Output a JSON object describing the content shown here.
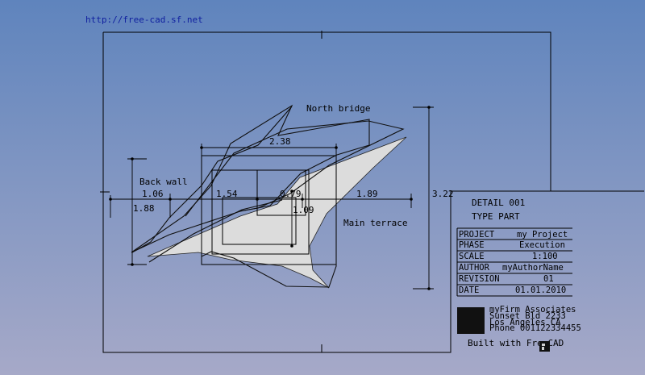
{
  "website_url": "http://free-cad.sf.net",
  "labels": {
    "north_bridge": "North bridge",
    "back_wall": "Back wall",
    "main_terrace": "Main terrace"
  },
  "dimensions": {
    "top_width": "2.38",
    "left_segment": "1.06",
    "mid_segment": "1.54",
    "inner_segment": "0.79",
    "right_segment": "1.89",
    "left_height": "1.88",
    "inner_height": "1.09",
    "total_height": "3.22"
  },
  "detail": {
    "line1": "DETAIL 001",
    "line2": "TYPE PART"
  },
  "title_block": {
    "project_label": "PROJECT",
    "project_value": "my Project",
    "phase_label": "PHASE",
    "phase_value": "Execution",
    "scale_label": "SCALE",
    "scale_value": "1:100",
    "author_label": "AUTHOR",
    "author_value": "myAuthorName",
    "revision_label": "REVISION",
    "revision_value": "01",
    "date_label": "DATE",
    "date_value": "01.01.2010"
  },
  "firm": {
    "name": "myFirm Associates",
    "street": "Sunset Bld 2233",
    "city": "Los Angeles CA",
    "phone": "Phone 001122334455"
  },
  "footer": {
    "built_with": "Built with FreeCAD"
  },
  "colors": {
    "background_top": "#5f84bd",
    "background_bottom": "#a6a9c8",
    "url_text": "#1020a0",
    "shape_fill": "#dcdcdc",
    "logo_fill": "#111111"
  },
  "icons": {
    "firm_logo": "firm-logo-icon",
    "freecad_logo": "freecad-logo-icon"
  }
}
